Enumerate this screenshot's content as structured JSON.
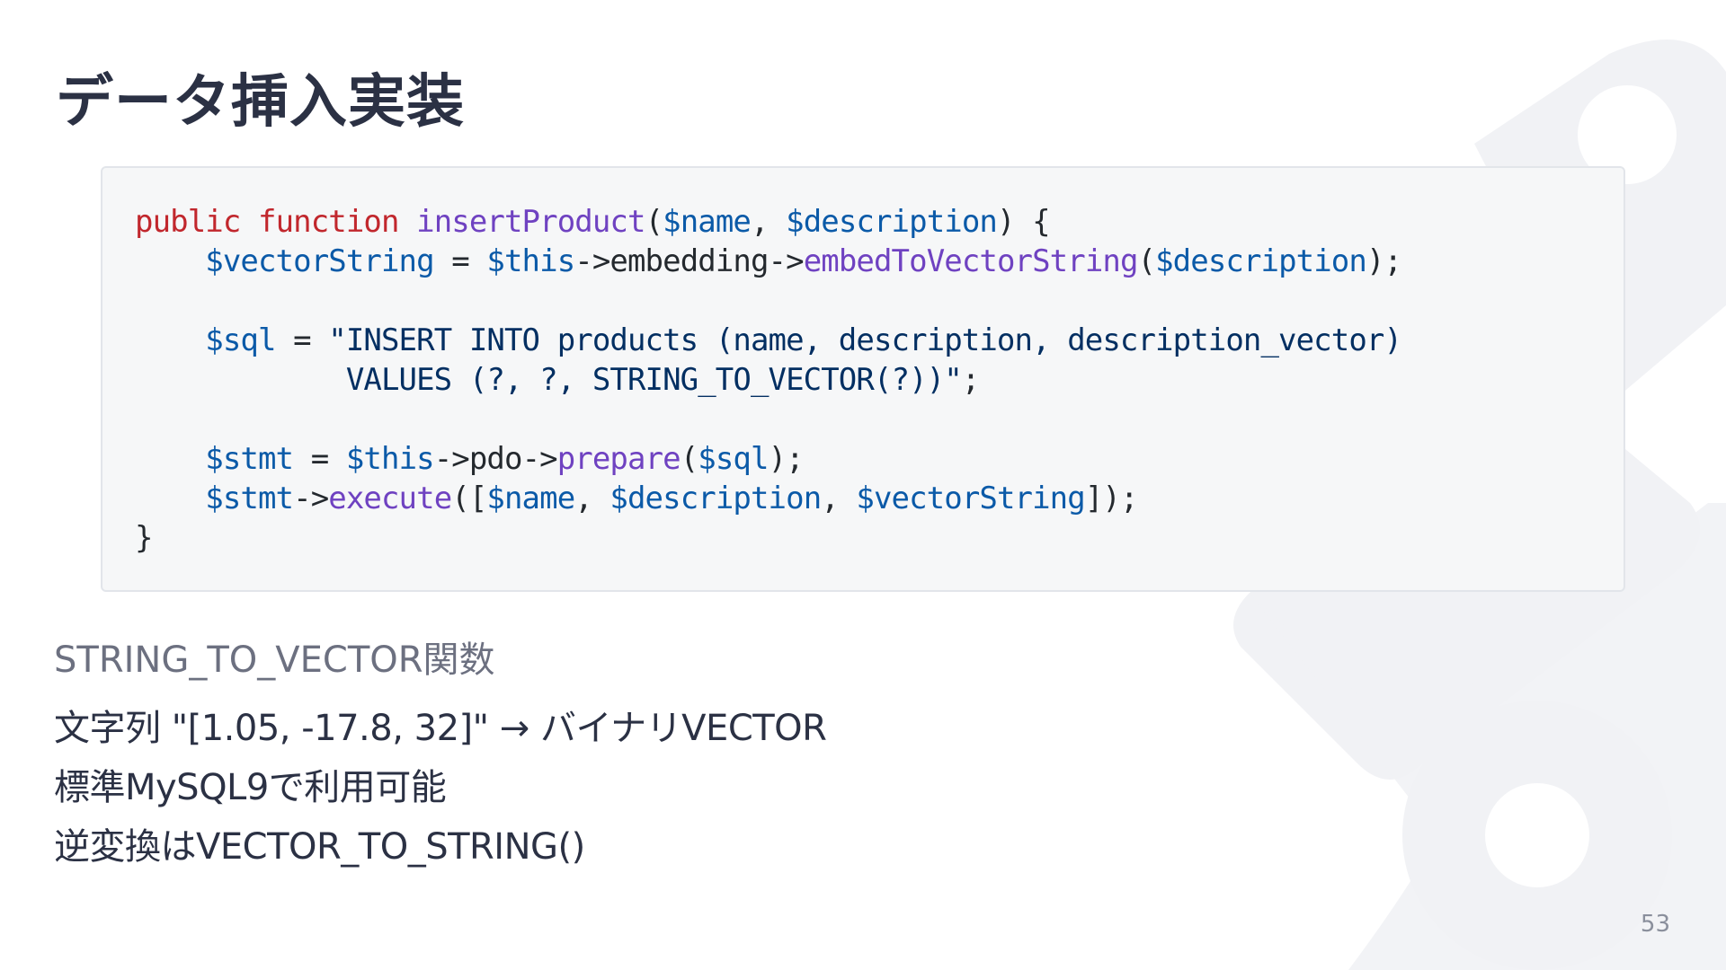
{
  "slide": {
    "title": "データ挿入実装",
    "page_number": "53"
  },
  "code": {
    "line1": {
      "kw1": "public",
      "kw2": "function",
      "fn": "insertProduct",
      "p1": "(",
      "v1": "$name",
      "p2": ", ",
      "v2": "$description",
      "p3": ") {"
    },
    "line2": {
      "indent": "    ",
      "v1": "$vectorString",
      "p1": " = ",
      "v2": "$this",
      "p2": "->embedding->",
      "fn": "embedToVectorString",
      "p3": "(",
      "v3": "$description",
      "p4": ");"
    },
    "line4": {
      "indent": "    ",
      "v1": "$sql",
      "p1": " = ",
      "s1": "\"INSERT INTO products (name, description, description_vector)"
    },
    "line5": {
      "s1": "            VALUES (?, ?, STRING_TO_VECTOR(?))\"",
      "p1": ";"
    },
    "line7": {
      "indent": "    ",
      "v1": "$stmt",
      "p1": " = ",
      "v2": "$this",
      "p2": "->pdo->",
      "fn": "prepare",
      "p3": "(",
      "v3": "$sql",
      "p4": ");"
    },
    "line8": {
      "indent": "    ",
      "v1": "$stmt",
      "p1": "->",
      "fn": "execute",
      "p2": "([",
      "v2": "$name",
      "p3": ", ",
      "v3": "$description",
      "p4": ", ",
      "v4": "$vectorString",
      "p5": "]);"
    },
    "line9": {
      "p1": "}"
    }
  },
  "section": {
    "subtitle": "STRING_TO_VECTOR関数",
    "bullets": [
      "文字列 \"[1.05, -17.8, 32]\" → バイナリVECTOR",
      "標準MySQL9で利用可能",
      "逆変換はVECTOR_TO_STRING()"
    ]
  },
  "colors": {
    "keyword": "#c1272d",
    "function": "#6f42c1",
    "variable": "#0b5aa8",
    "string": "#032f62",
    "title": "#2b3144",
    "subtitle": "#6c7080",
    "code_background": "#f6f7f8",
    "decoration": "#f1f2f5"
  }
}
